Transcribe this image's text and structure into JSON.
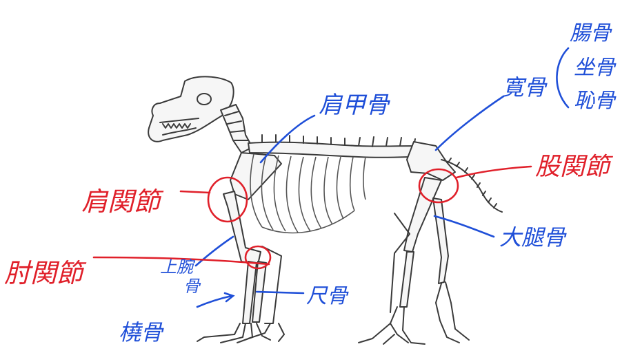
{
  "labels": {
    "scapula": "肩甲骨",
    "ilium": "腸骨",
    "ischium": "坐骨",
    "pubis": "恥骨",
    "hip_bone": "寛骨",
    "hip_joint": "股関節",
    "femur": "大腿骨",
    "shoulder_joint": "肩関節",
    "elbow_joint": "肘関節",
    "humerus_line1": "上腕",
    "humerus_line2": "骨",
    "ulna": "尺骨",
    "radius": "橈骨"
  },
  "colors": {
    "bone_label": "#1f4fd8",
    "joint_label": "#e0202a",
    "skeleton": "#3a3a3a"
  }
}
